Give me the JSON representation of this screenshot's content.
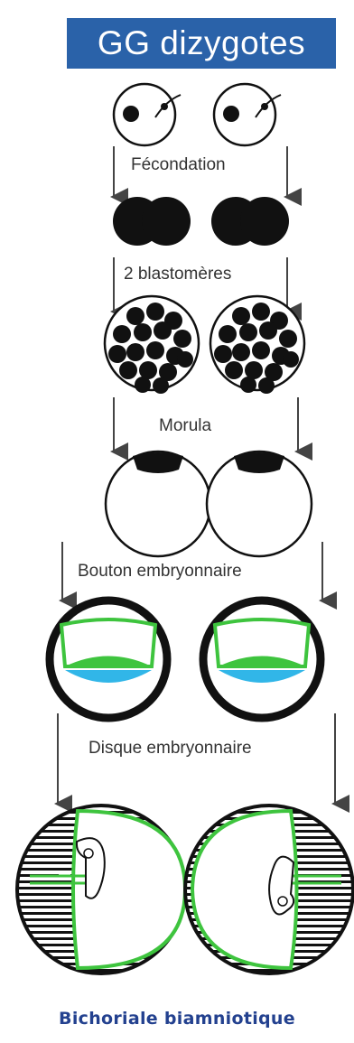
{
  "title": "GG dizygotes",
  "stages": {
    "fecondation": "Fécondation",
    "blastomeres": "2 blastomères",
    "morula": "Morula",
    "bouton": "Bouton embryonnaire",
    "disque": "Disque embryonnaire"
  },
  "footer": "Bichoriale biamniotique",
  "colors": {
    "title_bg": "#2a62a9",
    "footer_text": "#23418f",
    "amnion_green": "#3ec43e",
    "yolk_blue": "#31b6e8",
    "cell_black": "#111111"
  }
}
